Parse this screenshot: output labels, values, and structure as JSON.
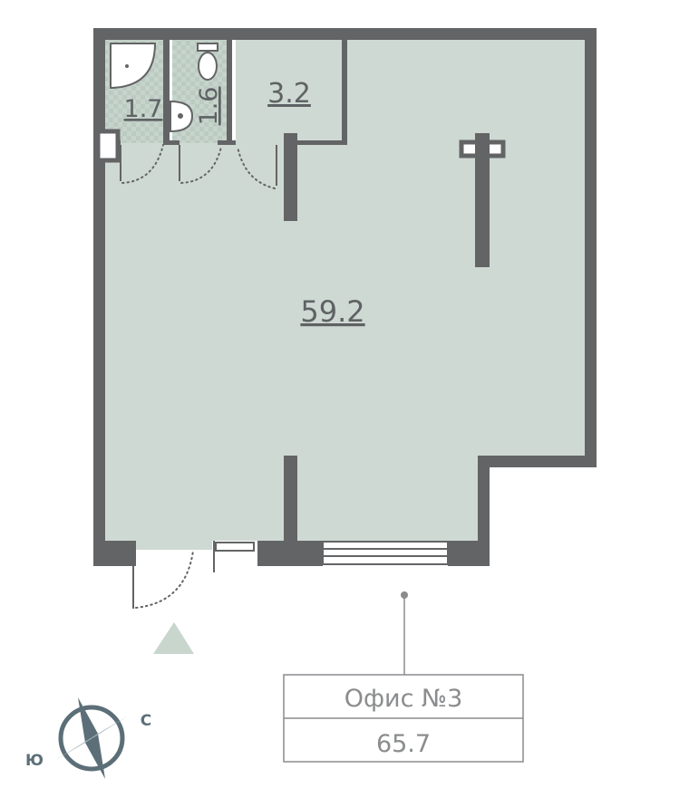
{
  "rooms": {
    "bathroom_area": "1.7",
    "wc_area": "1.6",
    "storage_area": "3.2",
    "office_area": "59.2"
  },
  "info_box": {
    "title": "Офис №3",
    "total_area": "65.7"
  },
  "compass": {
    "north_letter": "С",
    "south_letter": "Ю"
  },
  "colors": {
    "wall": "#636466",
    "floor": "#cfd9d3",
    "tile_floor": "#c6d3cb",
    "compass": "#5c6f78",
    "entrance_marker": "#c8d6ce"
  }
}
